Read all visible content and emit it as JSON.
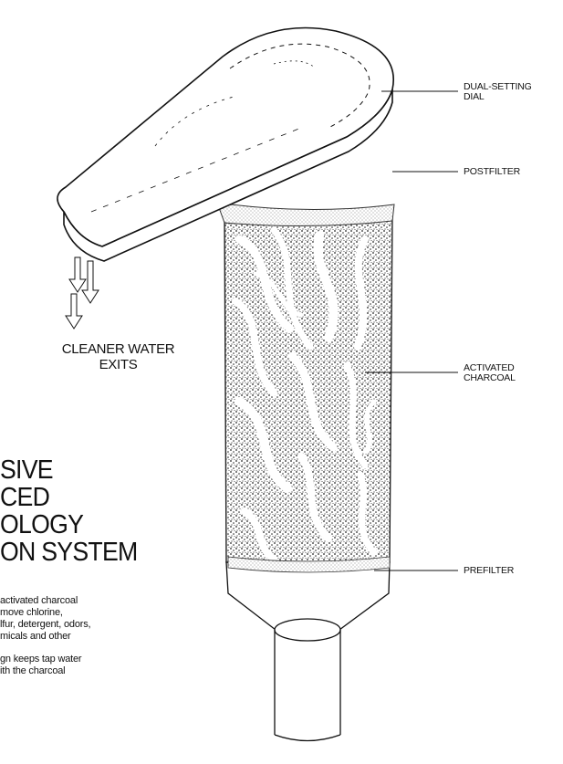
{
  "labels": {
    "dial": "DUAL-SETTING\nDIAL",
    "postfilter": "POSTFILTER",
    "charcoal": "ACTIVATED\nCHARCOAL",
    "prefilter": "PREFILTER"
  },
  "exit_text": "CLEANER WATER\nEXITS",
  "heading": "SIVE\nCED\nOLOGY\nON SYSTEM",
  "body_paragraph_1": "activated charcoal\nmove chlorine,\nlfur, detergent, odors,\nmicals and other",
  "body_paragraph_2": "gn keeps tap water\nith the charcoal",
  "colors": {
    "ink": "#111111",
    "paper": "#ffffff"
  }
}
